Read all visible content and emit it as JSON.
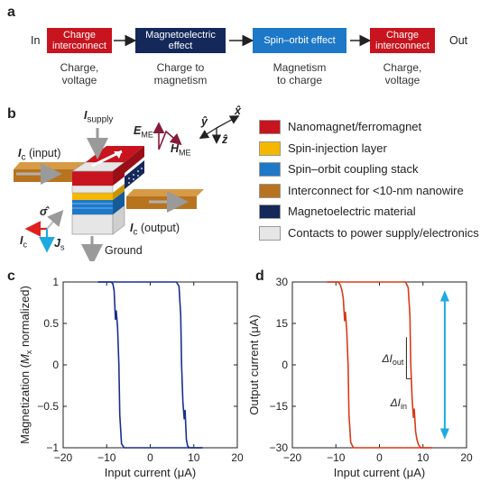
{
  "panel_a": {
    "letter": "a",
    "in_label": "In",
    "out_label": "Out",
    "boxes": [
      {
        "label": "Charge\ninterconnect",
        "color": "#c8141e",
        "caption": "Charge,\nvoltage"
      },
      {
        "label": "Magnetoelectric\neffect",
        "color": "#14285a",
        "caption": "Charge to\nmagnetism"
      },
      {
        "label": "Spin–orbit effect",
        "color": "#1e78c8",
        "caption": "Magnetism\nto charge"
      },
      {
        "label": "Charge\ninterconnect",
        "color": "#c8141e",
        "caption": "Charge,\nvoltage"
      }
    ]
  },
  "panel_b": {
    "letter": "b",
    "labels": {
      "isupply": "I",
      "isupply_sub": "supply",
      "ic_input": "I",
      "ic_input_sub": "c",
      "ic_input_rest": " (input)",
      "ic_output": "I",
      "ic_output_sub": "c",
      "ic_output_rest": " (output)",
      "eme": "E",
      "eme_sub": "ME",
      "hme": "H",
      "hme_sub": "ME",
      "sigma": "σ̂",
      "ic_small": "I",
      "ic_small_sub": "c",
      "js": "J",
      "js_sub": "s",
      "ground": "Ground",
      "axis_x": "x̂",
      "axis_y": "ŷ",
      "axis_z": "ẑ"
    },
    "legend": [
      {
        "label": "Nanomagnet/ferromagnet",
        "color": "#c8141e"
      },
      {
        "label": "Spin-injection layer",
        "color": "#f5b800"
      },
      {
        "label": "Spin–orbit coupling stack",
        "color": "#1e78c8"
      },
      {
        "label": "Interconnect for <10-nm nanowire",
        "color": "#b8731e"
      },
      {
        "label": "Magnetoelectric material",
        "color": "#14285a"
      },
      {
        "label": "Contacts to power supply/electronics",
        "color": "#e6e6e6"
      }
    ]
  },
  "chart_data": [
    {
      "panel": "c",
      "type": "line",
      "xlabel": "Input current (μA)",
      "ylabel": "Magnetization (M_x normalized)",
      "ylabel_parts": [
        "Magnetization (",
        "M",
        "x",
        " normalized)"
      ],
      "xlim": [
        -20,
        20
      ],
      "ylim": [
        -1,
        1
      ],
      "xticks": [
        -20,
        -10,
        0,
        10,
        20
      ],
      "yticks": [
        -1,
        -0.5,
        0,
        0.5,
        1
      ],
      "xtick_labels": [
        "−20",
        "−10",
        "0",
        "10",
        "20"
      ],
      "ytick_labels": [
        "−1",
        "−0.5",
        "0",
        "0.5",
        "1"
      ],
      "color": "#1a2f8c",
      "series": [
        {
          "x": [
            -12,
            -9,
            -8.6,
            -8.3,
            -8.0,
            -7.8,
            -7.5,
            -7.2,
            -7.0,
            -6.6,
            -6.0,
            0,
            12
          ],
          "y": [
            1,
            1,
            0.98,
            0.9,
            0.55,
            0.65,
            0.45,
            0.0,
            -0.6,
            -0.95,
            -1,
            -1,
            -1
          ]
        },
        {
          "x": [
            -12,
            0,
            6.0,
            6.6,
            7.0,
            7.2,
            7.5,
            7.8,
            8.0,
            8.3,
            8.6,
            9,
            12
          ],
          "y": [
            1,
            1,
            1,
            0.95,
            0.6,
            0.0,
            -0.45,
            -0.65,
            -0.55,
            -0.9,
            -0.98,
            -1,
            -1
          ]
        }
      ]
    },
    {
      "panel": "d",
      "type": "line",
      "xlabel": "Input current (μA)",
      "ylabel": "Output current (μA)",
      "xlim": [
        -20,
        20
      ],
      "ylim": [
        -30,
        30
      ],
      "xticks": [
        -20,
        -10,
        0,
        10,
        20
      ],
      "yticks": [
        -30,
        -15,
        0,
        15,
        30
      ],
      "xtick_labels": [
        "−20",
        "−10",
        "0",
        "10",
        "20"
      ],
      "ytick_labels": [
        "−30",
        "−15",
        "0",
        "15",
        "30"
      ],
      "color": "#d83a1a",
      "annotations": {
        "delta_out": "ΔI",
        "delta_out_sub": "out",
        "delta_in": "ΔI",
        "delta_in_sub": "in"
      },
      "series": [
        {
          "x": [
            -12,
            -9.5,
            -9.0,
            -8.6,
            -8.3,
            -8.0,
            -7.8,
            -7.5,
            -7.2,
            -7.0,
            -6.6,
            -6.0,
            0,
            12
          ],
          "y": [
            30,
            30,
            29,
            27,
            24,
            16,
            19,
            12,
            0,
            -18,
            -28,
            -30,
            -30,
            -30
          ]
        },
        {
          "x": [
            -12,
            0,
            6.0,
            6.6,
            7.0,
            7.2,
            7.5,
            7.8,
            8.0,
            8.3,
            8.6,
            9.0,
            9.5,
            12
          ],
          "y": [
            30,
            30,
            30,
            28,
            18,
            0,
            -12,
            -19,
            -16,
            -24,
            -27,
            -29,
            -30,
            -30
          ]
        }
      ]
    }
  ],
  "panel_c_letter": "c",
  "panel_d_letter": "d"
}
